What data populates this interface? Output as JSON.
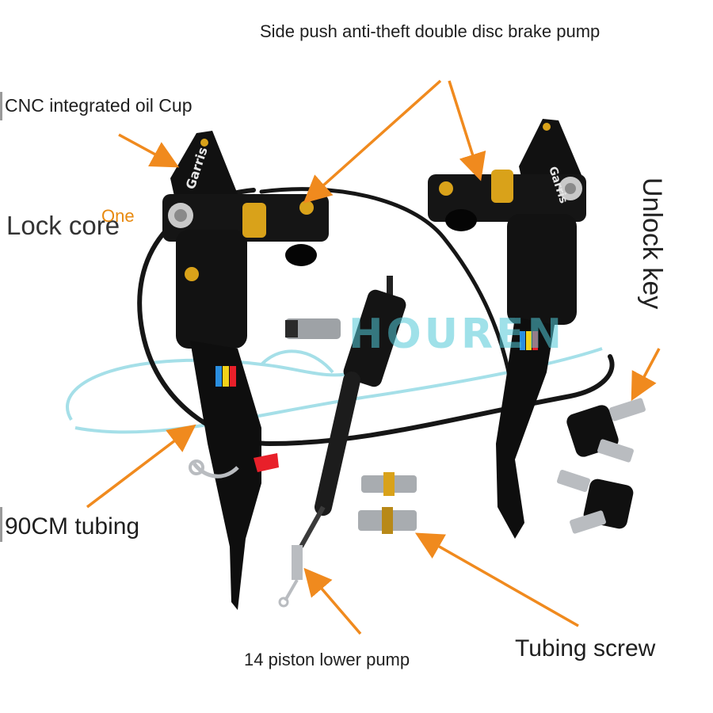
{
  "labels": {
    "title": "Side push anti-theft double disc brake pump",
    "cnc_cup": "CNC integrated oil Cup",
    "lock_core": "Lock core",
    "one": "One",
    "unlock_key": "Unlock key",
    "tubing": "90CM tubing",
    "piston": "14 piston lower pump",
    "tubing_screw": "Tubing screw"
  },
  "watermark": "HOUREN",
  "brand_text": "Garris",
  "colors": {
    "arrow": "#f08a1e",
    "body": "#111111",
    "gold": "#d9a21a",
    "accent_red": "#e8202a",
    "accent_blue": "#2a8ee0",
    "accent_yellow": "#f2d21a",
    "steel": "#b9bcc0"
  }
}
